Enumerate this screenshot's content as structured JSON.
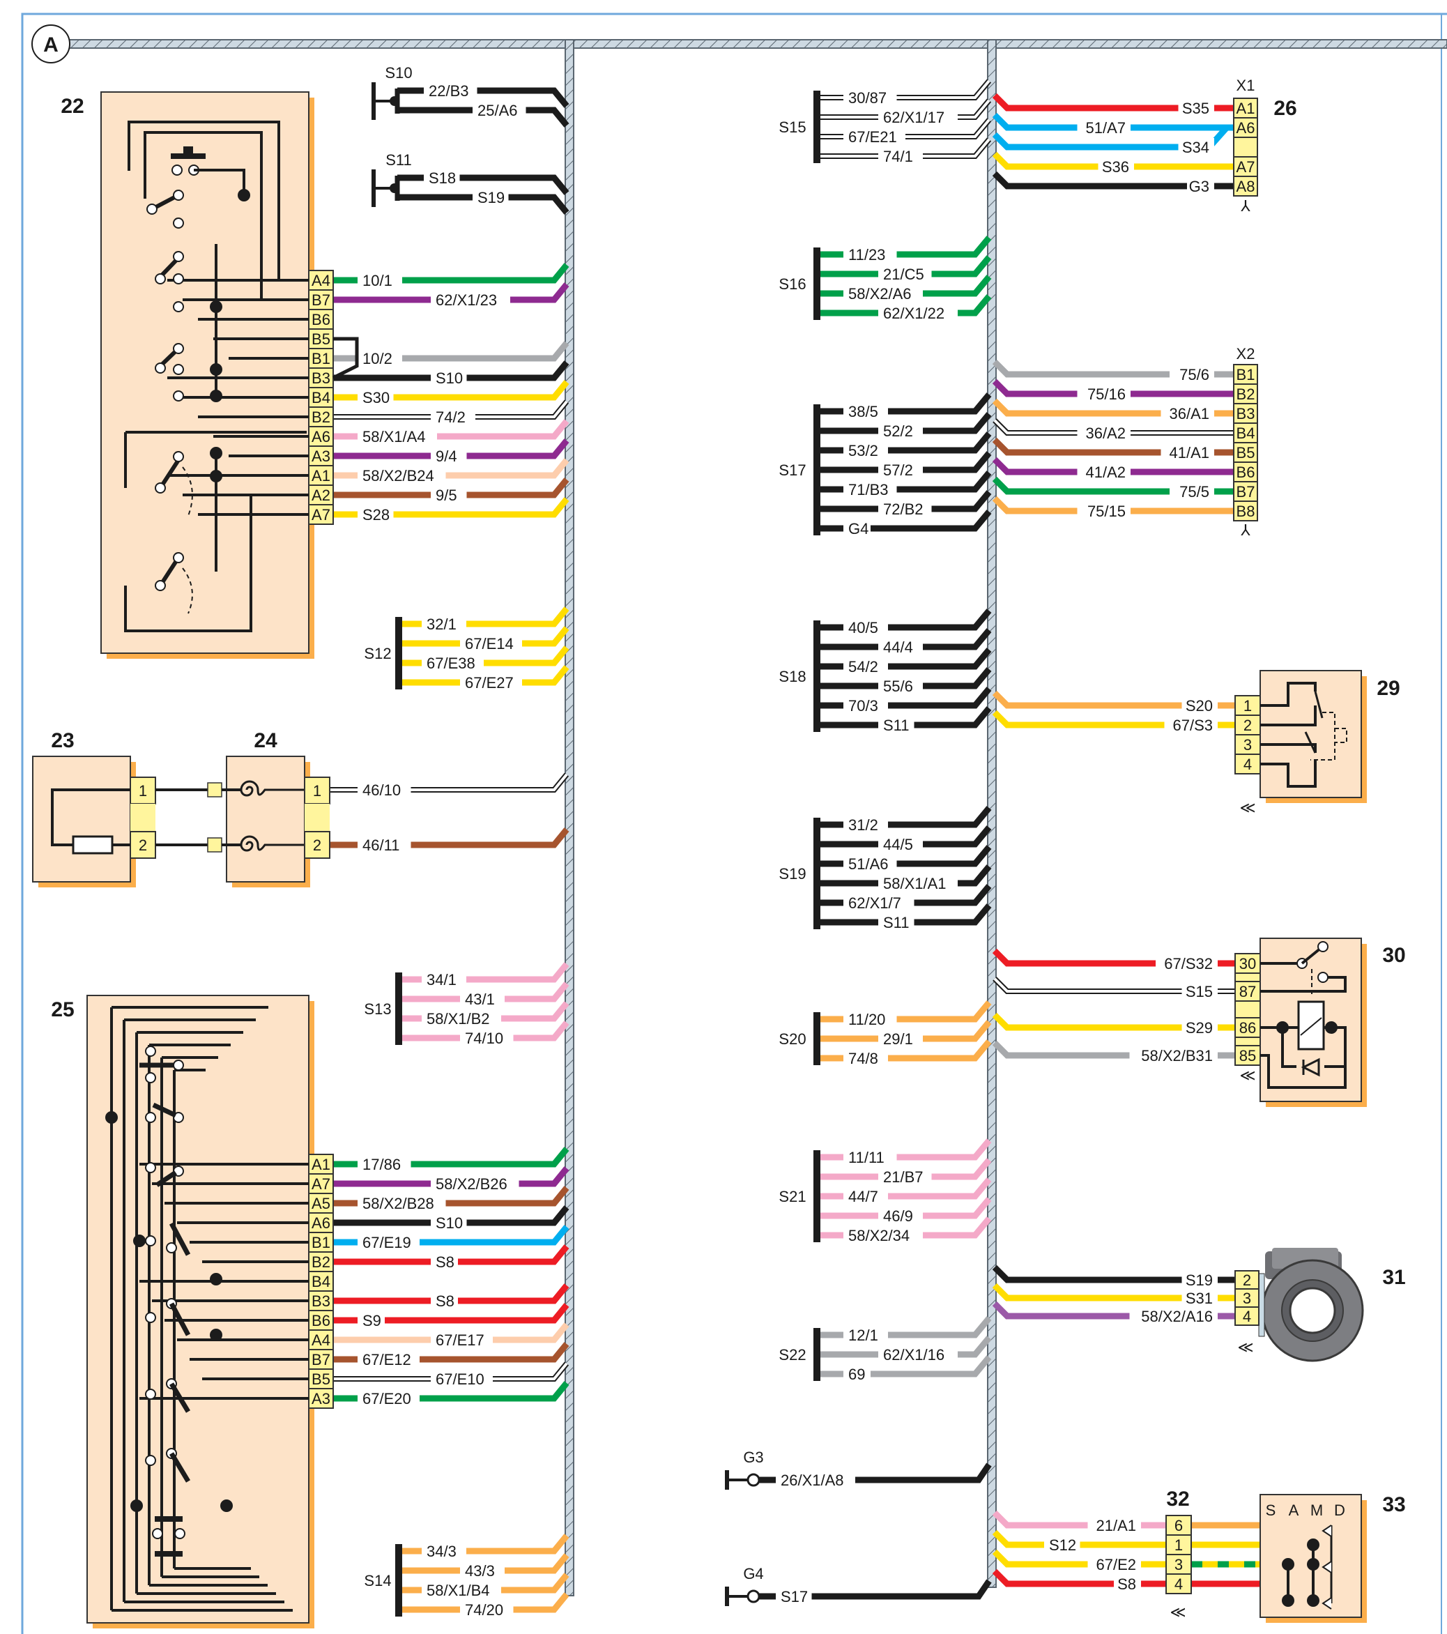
{
  "diagram": {
    "section_marker": "A",
    "colors": {
      "black": "#1c1c1c",
      "green": "#00a04a",
      "purple": "#8e2a90",
      "grey": "#a7a9ac",
      "yellow": "#ffdd00",
      "pink": "#f4a9c8",
      "peach": "#fdcdac",
      "brown": "#a6542e",
      "red": "#ed1c24",
      "blue": "#00aeef",
      "orange": "#fbae4b",
      "violet": "#9b59a8",
      "white": "#ffffff",
      "component_fill": "#fde3c8",
      "component_shadow": "#fbae4b",
      "connector_fill": "#fff59d",
      "trunk_fill": "#cdd9e2",
      "frame": "#6fa8dc"
    },
    "components": [
      {
        "id": "22",
        "label": "22",
        "pins": [
          {
            "pin": "A4",
            "wire": "10/1",
            "color": "green"
          },
          {
            "pin": "B7",
            "wire": "62/X1/23",
            "color": "purple"
          },
          {
            "pin": "B6",
            "wire": "",
            "color": ""
          },
          {
            "pin": "B5",
            "wire": "",
            "color": ""
          },
          {
            "pin": "B1",
            "wire": "10/2",
            "color": "grey"
          },
          {
            "pin": "B3",
            "wire": "S10",
            "color": "black"
          },
          {
            "pin": "B4",
            "wire": "S30",
            "color": "yellow"
          },
          {
            "pin": "B2",
            "wire": "74/2",
            "color": "white"
          },
          {
            "pin": "A6",
            "wire": "58/X1/A4",
            "color": "pink"
          },
          {
            "pin": "A3",
            "wire": "9/4",
            "color": "purple"
          },
          {
            "pin": "A1",
            "wire": "58/X2/B24",
            "color": "peach"
          },
          {
            "pin": "A2",
            "wire": "9/5",
            "color": "brown"
          },
          {
            "pin": "A7",
            "wire": "S28",
            "color": "yellow"
          }
        ]
      },
      {
        "id": "23",
        "label": "23",
        "pins": [
          {
            "pin": "1"
          },
          {
            "pin": "2"
          }
        ]
      },
      {
        "id": "24",
        "label": "24",
        "pins": [
          {
            "pin": "1",
            "wire": "46/10",
            "color": "white"
          },
          {
            "pin": "2",
            "wire": "46/11",
            "color": "brown"
          }
        ]
      },
      {
        "id": "25",
        "label": "25",
        "pins": [
          {
            "pin": "A1",
            "wire": "17/86",
            "color": "green"
          },
          {
            "pin": "A7",
            "wire": "58/X2/B26",
            "color": "purple"
          },
          {
            "pin": "A5",
            "wire": "58/X2/B28",
            "color": "brown"
          },
          {
            "pin": "A6",
            "wire": "S10",
            "color": "black"
          },
          {
            "pin": "B1",
            "wire": "67/E19",
            "color": "blue"
          },
          {
            "pin": "B2",
            "wire": "S8",
            "color": "red"
          },
          {
            "pin": "B4",
            "wire": "",
            "color": ""
          },
          {
            "pin": "B3",
            "wire": "S8",
            "color": "red"
          },
          {
            "pin": "B6",
            "wire": "S9",
            "color": "red"
          },
          {
            "pin": "A4",
            "wire": "67/E17",
            "color": "peach"
          },
          {
            "pin": "B7",
            "wire": "67/E12",
            "color": "brown"
          },
          {
            "pin": "B5",
            "wire": "67/E10",
            "color": "white"
          },
          {
            "pin": "A3",
            "wire": "67/E20",
            "color": "green"
          }
        ]
      },
      {
        "id": "26",
        "label": "26",
        "connector": "X1",
        "pins": [
          {
            "pin": "A1",
            "wire": "S35",
            "color": "red"
          },
          {
            "pin": "A6",
            "wire": "51/A7",
            "color": "blue"
          },
          {
            "pin": "",
            "wire": "S34",
            "color": "blue"
          },
          {
            "pin": "A7",
            "wire": "S36",
            "color": "yellow"
          },
          {
            "pin": "A8",
            "wire": "G3",
            "color": "black"
          }
        ]
      },
      {
        "id": "26b",
        "label": "",
        "connector": "X2",
        "pins": [
          {
            "pin": "B1",
            "wire": "75/6",
            "color": "grey"
          },
          {
            "pin": "B2",
            "wire": "75/16",
            "color": "purple"
          },
          {
            "pin": "B3",
            "wire": "36/A1",
            "color": "orange"
          },
          {
            "pin": "B4",
            "wire": "36/A2",
            "color": "white"
          },
          {
            "pin": "B5",
            "wire": "41/A1",
            "color": "brown"
          },
          {
            "pin": "B6",
            "wire": "41/A2",
            "color": "purple"
          },
          {
            "pin": "B7",
            "wire": "75/5",
            "color": "green"
          },
          {
            "pin": "B8",
            "wire": "75/15",
            "color": "orange"
          }
        ]
      },
      {
        "id": "29",
        "label": "29",
        "pins": [
          {
            "pin": "1",
            "wire": "S20",
            "color": "orange"
          },
          {
            "pin": "2",
            "wire": "67/S3",
            "color": "yellow"
          },
          {
            "pin": "3",
            "wire": "",
            "color": ""
          },
          {
            "pin": "4",
            "wire": "",
            "color": ""
          }
        ]
      },
      {
        "id": "30",
        "label": "30",
        "pins": [
          {
            "pin": "30",
            "wire": "67/S32",
            "color": "red"
          },
          {
            "pin": "87",
            "wire": "S15",
            "color": "white"
          },
          {
            "pin": "86",
            "wire": "S29",
            "color": "yellow"
          },
          {
            "pin": "85",
            "wire": "58/X2/B31",
            "color": "grey"
          }
        ]
      },
      {
        "id": "31",
        "label": "31",
        "pins": [
          {
            "pin": "2",
            "wire": "S19",
            "color": "black"
          },
          {
            "pin": "3",
            "wire": "S31",
            "color": "yellow"
          },
          {
            "pin": "4",
            "wire": "58/X2/A16",
            "color": "violet"
          }
        ]
      },
      {
        "id": "32",
        "label": "32",
        "pins": [
          {
            "pin": "6",
            "wire": "21/A1",
            "color": "pink",
            "out": "orange"
          },
          {
            "pin": "1",
            "wire": "S12",
            "color": "yellow",
            "out": "yellow"
          },
          {
            "pin": "3",
            "wire": "67/E2",
            "color": "yellow",
            "out": "yellowgreen"
          },
          {
            "pin": "4",
            "wire": "S8",
            "color": "red",
            "out": "red"
          }
        ]
      },
      {
        "id": "33",
        "label": "33",
        "positions": [
          "S",
          "A",
          "M",
          "D"
        ]
      }
    ],
    "splices_left": [
      {
        "name": "S10",
        "type": "ground-style",
        "color": "black",
        "wires": [
          "22/B3",
          "25/A6"
        ]
      },
      {
        "name": "S11",
        "type": "ground-style",
        "color": "black",
        "wires": [
          "S18",
          "S19"
        ]
      },
      {
        "name": "S12",
        "color": "yellow",
        "wires": [
          "32/1",
          "67/E14",
          "67/E38",
          "67/E27"
        ]
      },
      {
        "name": "S13",
        "color": "pink",
        "wires": [
          "34/1",
          "43/1",
          "58/X1/B2",
          "74/10"
        ]
      },
      {
        "name": "S14",
        "color": "orange",
        "wires": [
          "34/3",
          "43/3",
          "58/X1/B4",
          "74/20"
        ]
      }
    ],
    "splices_right": [
      {
        "name": "S15",
        "color": "white",
        "wires": [
          "30/87",
          "62/X1/17",
          "67/E21",
          "74/1"
        ]
      },
      {
        "name": "S16",
        "color": "green",
        "wires": [
          "11/23",
          "21/C5",
          "58/X2/A6",
          "62/X1/22"
        ]
      },
      {
        "name": "S17",
        "color": "black",
        "wires": [
          "38/5",
          "52/2",
          "53/2",
          "57/2",
          "71/B3",
          "72/B2",
          "G4"
        ]
      },
      {
        "name": "S18",
        "color": "black",
        "wires": [
          "40/5",
          "44/4",
          "54/2",
          "55/6",
          "70/3",
          "S11"
        ]
      },
      {
        "name": "S19",
        "color": "black",
        "wires": [
          "31/2",
          "44/5",
          "51/A6",
          "58/X1/A1",
          "62/X1/7",
          "S11"
        ]
      },
      {
        "name": "S20",
        "color": "orange",
        "wires": [
          "11/20",
          "29/1",
          "74/8"
        ]
      },
      {
        "name": "S21",
        "color": "pink",
        "wires": [
          "11/11",
          "21/B7",
          "44/7",
          "46/9",
          "58/X2/34"
        ]
      },
      {
        "name": "S22",
        "color": "grey",
        "wires": [
          "12/1",
          "62/X1/16",
          "69"
        ]
      }
    ],
    "grounds": [
      {
        "name": "G3",
        "wire": "26/X1/A8"
      },
      {
        "name": "G4",
        "wire": "S17"
      }
    ]
  }
}
